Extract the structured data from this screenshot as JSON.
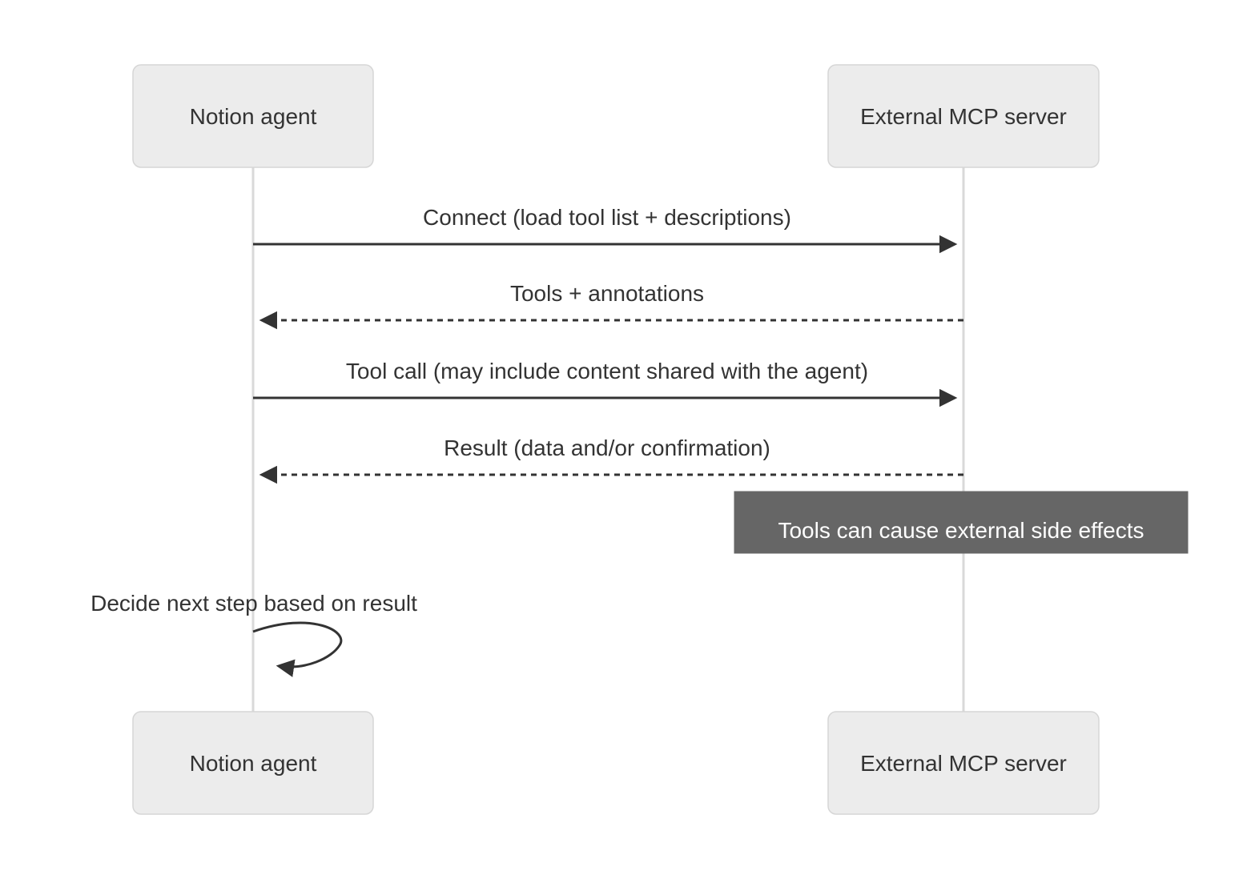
{
  "diagram": {
    "type": "sequence-diagram",
    "actors": [
      {
        "id": "notion-agent",
        "label": "Notion agent"
      },
      {
        "id": "external-mcp-server",
        "label": "External MCP server"
      }
    ],
    "messages": [
      {
        "from": "notion-agent",
        "to": "external-mcp-server",
        "style": "solid",
        "label": "Connect (load tool list + descriptions)"
      },
      {
        "from": "external-mcp-server",
        "to": "notion-agent",
        "style": "dashed",
        "label": "Tools + annotations"
      },
      {
        "from": "notion-agent",
        "to": "external-mcp-server",
        "style": "solid",
        "label": "Tool call (may include content shared with the agent)"
      },
      {
        "from": "external-mcp-server",
        "to": "notion-agent",
        "style": "dashed",
        "label": "Result (data and/or confirmation)"
      },
      {
        "from": "notion-agent",
        "to": "notion-agent",
        "style": "self",
        "label": "Decide next step based on result"
      }
    ],
    "note": {
      "over": "external-mcp-server",
      "label": "Tools can cause external side effects"
    },
    "colors": {
      "background": "#ffffff",
      "actor_fill": "#ececec",
      "actor_border": "#d6d6d6",
      "lifeline": "#d9d9d9",
      "message": "#333333",
      "text": "#333333",
      "note_fill": "#666666",
      "note_text": "#ffffff"
    }
  }
}
